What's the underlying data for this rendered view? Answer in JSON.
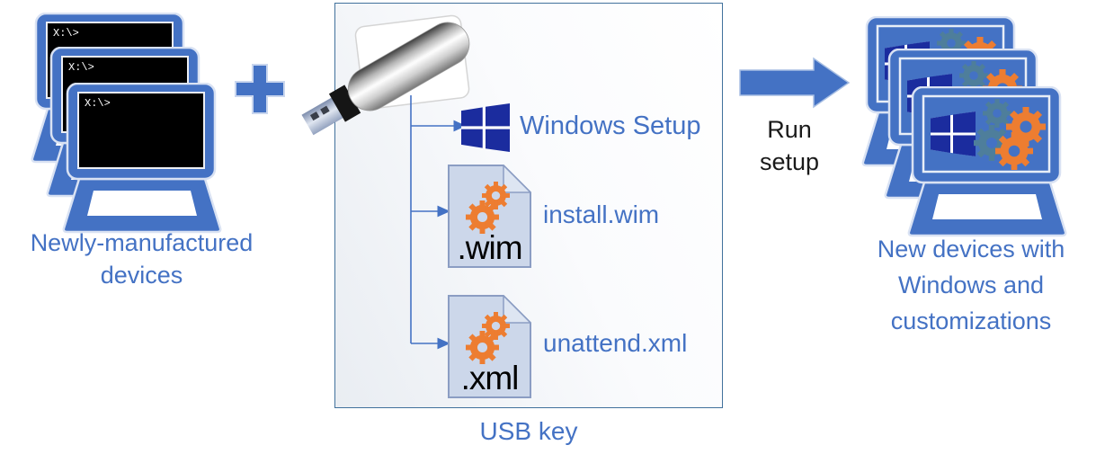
{
  "colors": {
    "device_blue": "#4472C4",
    "windows_navy": "#1B2C9E",
    "gear_orange": "#ED7D31",
    "gear_slate": "#4E7E9B",
    "text_blue": "#4472C4",
    "text_black": "#1A1A1A",
    "file_icon_fill": "#CCD7EA",
    "usb_box_border": "#41719C",
    "terminal_bg": "#000000"
  },
  "left_group": {
    "caption_line1": "Newly-manufactured",
    "caption_line2": "devices",
    "terminal_prompt": "X:\\>",
    "device_count": 3
  },
  "usb_box": {
    "caption": "USB key",
    "windows_setup_label": "Windows Setup",
    "wim_file": {
      "extension": ".wim",
      "label": "install.wim"
    },
    "xml_file": {
      "extension": ".xml",
      "label": "unattend.xml"
    }
  },
  "transition": {
    "caption_line1": "Run",
    "caption_line2": "setup"
  },
  "right_group": {
    "caption_line1": "New devices with",
    "caption_line2": "Windows and",
    "caption_line3": "customizations",
    "device_count": 3
  },
  "icons": {
    "plus-icon": "+",
    "usb-drive-icon": "usb flash drive",
    "windows-logo-icon": "windows flag",
    "gear-icon": "gear",
    "laptop-icon": "laptop",
    "terminal-screen-icon": "command prompt screen",
    "document-icon": "page with folded corner",
    "run-setup-arrow-icon": "right block arrow",
    "branch-arrow-icon": "connector arrow"
  }
}
